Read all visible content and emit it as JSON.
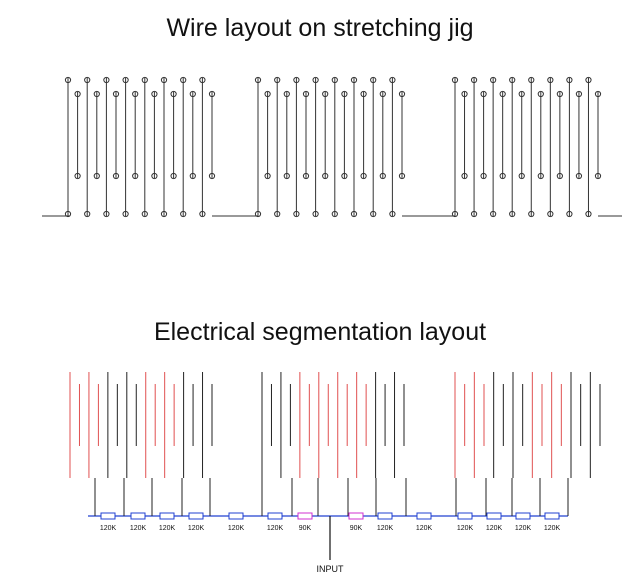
{
  "diagram1": {
    "title": "Wire layout on stretching jig"
  },
  "diagram2": {
    "title": "Electrical segmentation layout",
    "resistors": [
      "120K",
      "120K",
      "120K",
      "120K",
      "120K",
      "120K",
      "90K",
      "90K",
      "120K",
      "120K",
      "120K",
      "120K",
      "120K",
      "120K"
    ],
    "input_label": "INPUT",
    "colors": {
      "red_wire": "#e05050",
      "black_wire": "#222222",
      "bus": "#2040d0",
      "resistor_normal": "#2040d0",
      "resistor_90k": "#d030d0"
    }
  }
}
